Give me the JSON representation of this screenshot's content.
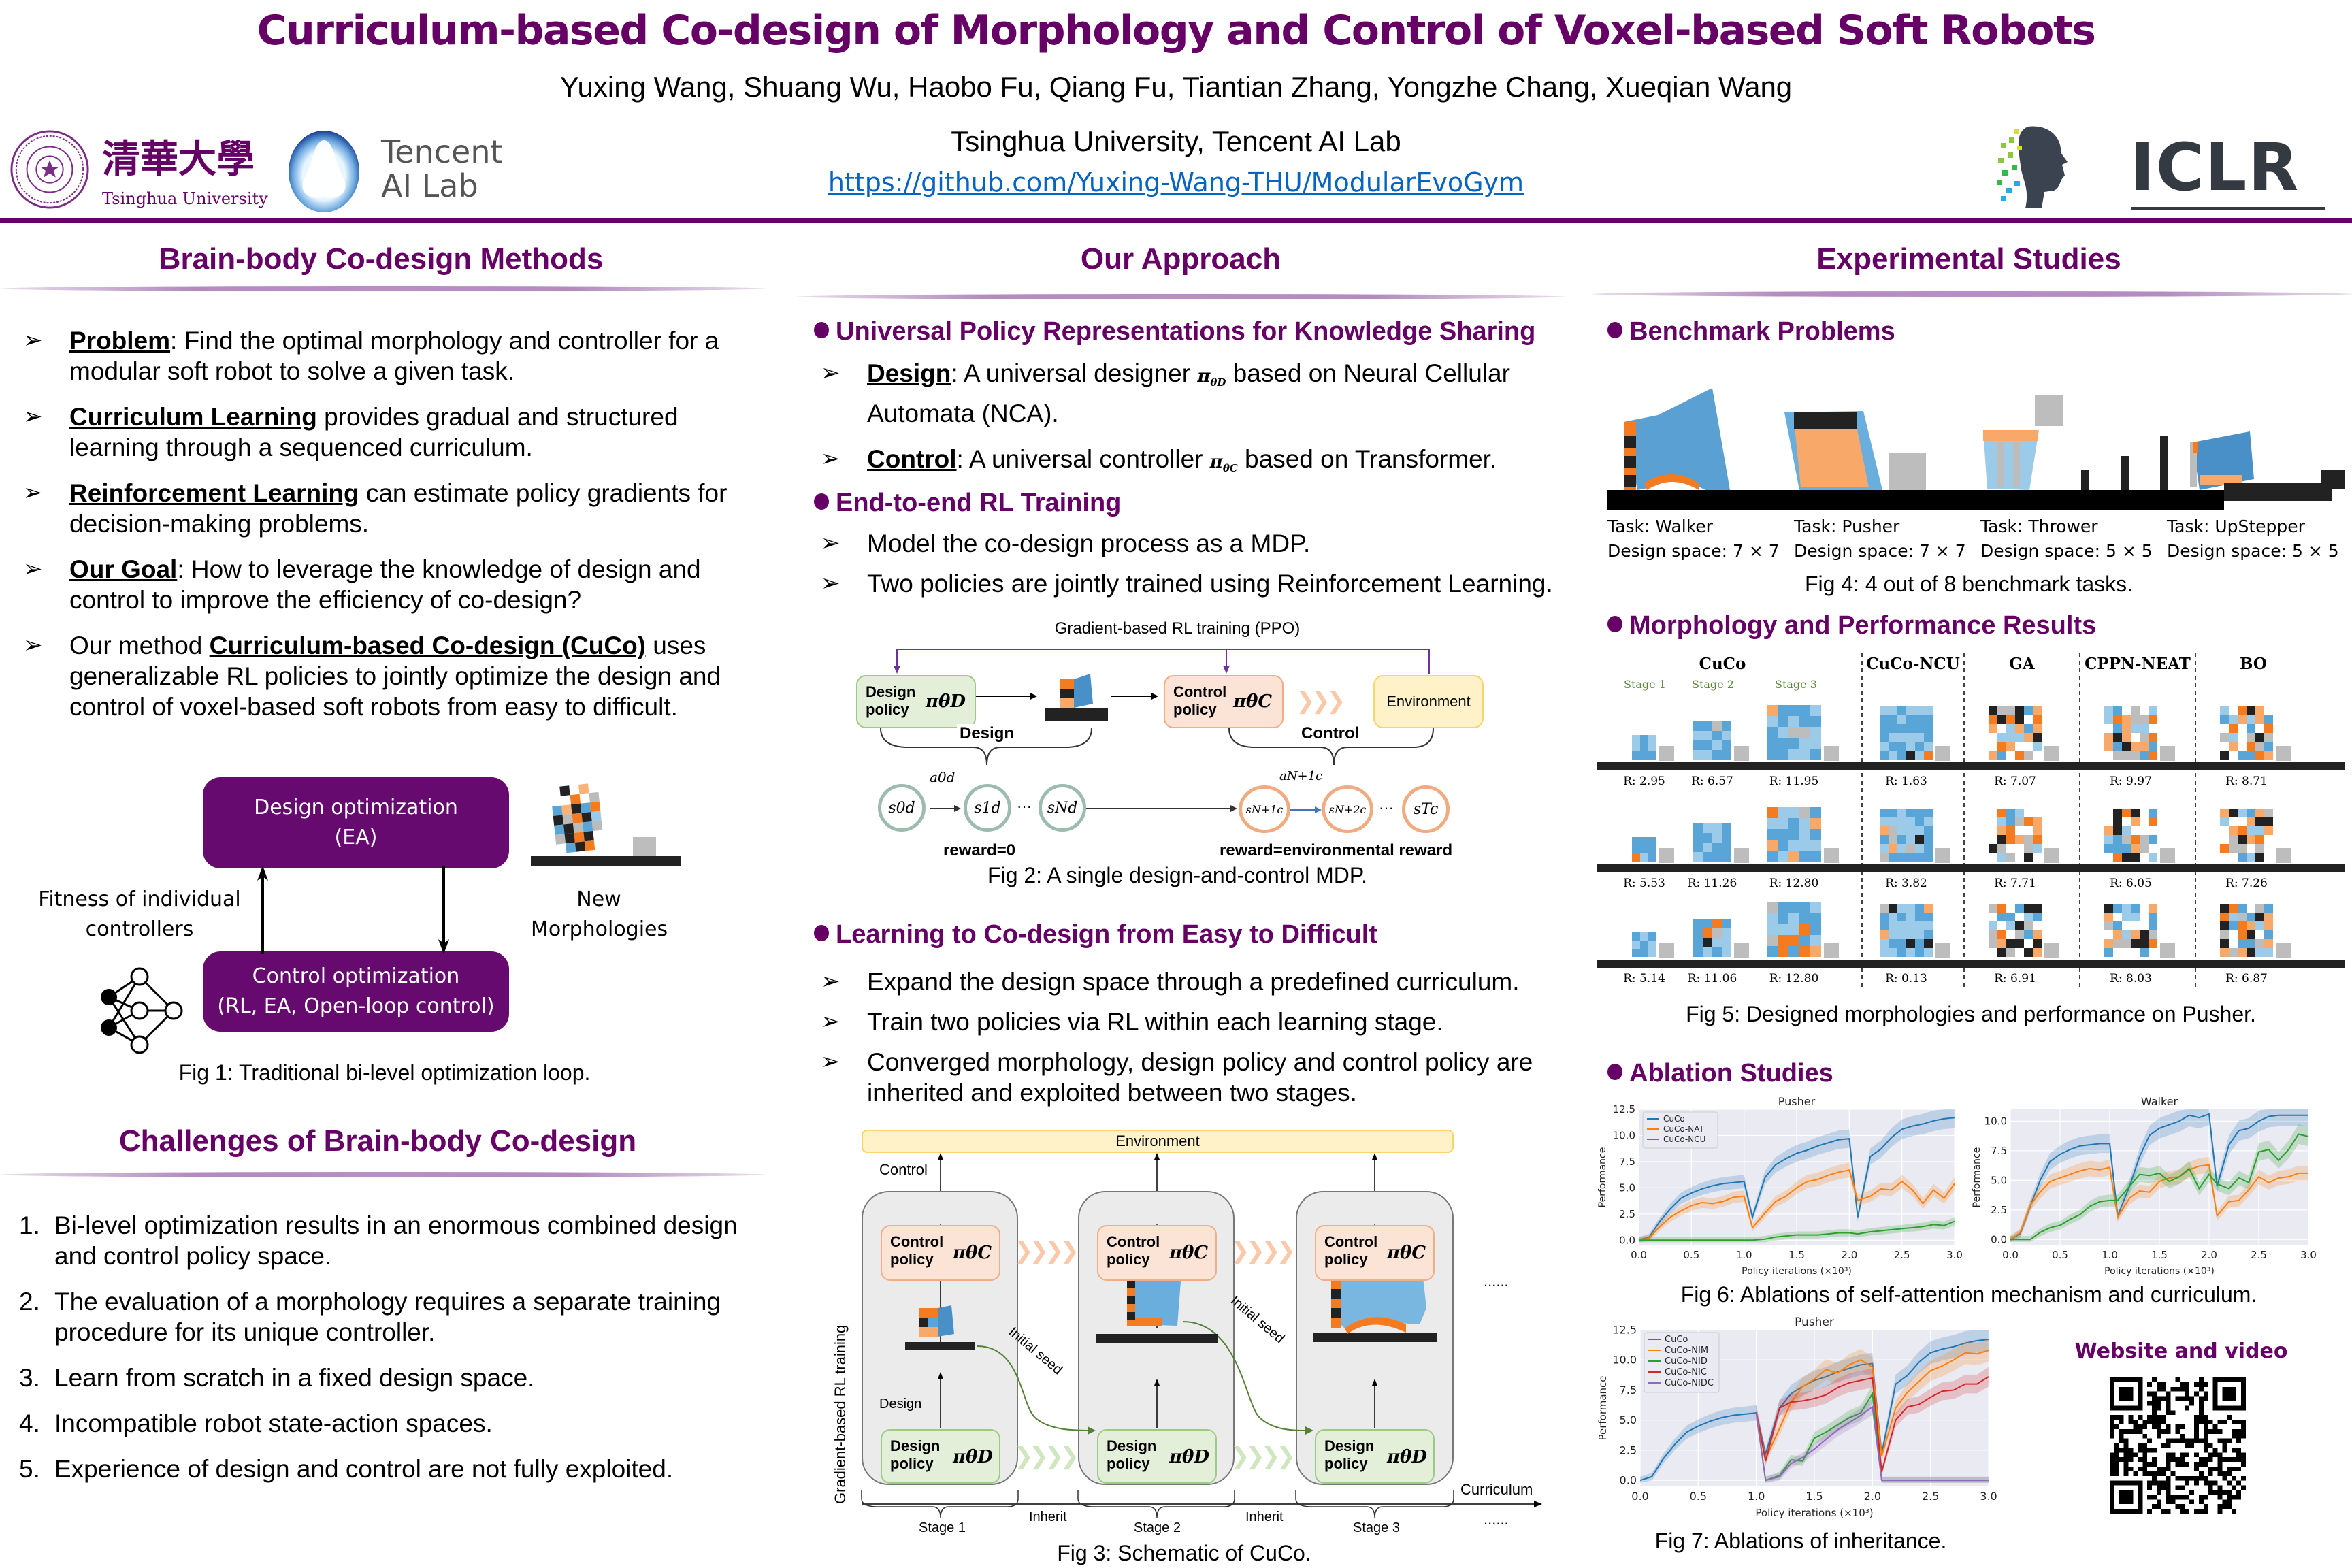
{
  "header": {
    "title": "Curriculum-based Co-design of Morphology and Control of Voxel-based Soft Robots",
    "authors": "Yuxing Wang, Shuang Wu, Haobo Fu, Qiang Fu, Tiantian Zhang, Yongzhe Chang, Xueqian Wang",
    "affiliation": "Tsinghua University, Tencent AI Lab",
    "repo_link": "https://github.com/Yuxing-Wang-THU/ModularEvoGym",
    "logos": {
      "tsinghua_cn": "清華大學",
      "tsinghua_en": "Tsinghua University",
      "tencent_line1": "Tencent",
      "tencent_line2": "AI Lab",
      "iclr": "ICLR"
    },
    "brand_color": "#660066",
    "link_color": "#0563c1"
  },
  "left": {
    "methods_title": "Brain-body Co-design Methods",
    "bullets": [
      {
        "bold": "Problem",
        "rest": ": Find the optimal morphology and controller for a modular soft robot to solve a given task."
      },
      {
        "bold": "Curriculum Learning",
        "rest": " provides gradual and structured learning through a sequenced curriculum."
      },
      {
        "bold": "Reinforcement Learning",
        "rest": " can estimate policy gradients for decision-making problems."
      },
      {
        "bold": "Our Goal",
        "rest": ": How to leverage the knowledge of design and control to improve the efficiency of co-design?"
      },
      {
        "pre": "Our method ",
        "bold": "Curriculum-based Co-design (CuCo)",
        "rest": " uses generalizable RL policies to jointly optimize the design and control of voxel-based soft robots from easy to difficult."
      }
    ],
    "fig1": {
      "design_box_line1": "Design optimization",
      "design_box_line2": "(EA)",
      "control_box_line1": "Control optimization",
      "control_box_line2": "(RL, EA, Open-loop control)",
      "left_label_line1": "Fitness of individual",
      "left_label_line2": "controllers",
      "right_label_line1": "New",
      "right_label_line2": "Morphologies",
      "caption": "Fig 1: Traditional bi-level optimization loop."
    },
    "challenges_title": "Challenges of Brain-body Co-design",
    "challenges": [
      {
        "num": "1.",
        "text": "Bi-level optimization results in an enormous combined design and control policy space."
      },
      {
        "num": "2.",
        "text": "The evaluation of a morphology requires a separate training procedure for its unique controller."
      },
      {
        "num": "3.",
        "text": "Learn from scratch in a fixed design space."
      },
      {
        "num": "4.",
        "text": "Incompatible robot state-action spaces."
      },
      {
        "num": "5.",
        "text": "Experience of design and control are not fully exploited."
      }
    ]
  },
  "middle": {
    "title": "Our Approach",
    "sub1": "Universal Policy Representations for Knowledge Sharing",
    "sub1_bullets": [
      {
        "bold": "Design",
        "pre": ": A universal designer ",
        "pi": "π",
        "sub": "θD",
        "post": " based on Neural Cellular Automata (NCA)."
      },
      {
        "bold": "Control",
        "pre": ": A universal controller ",
        "pi": "π",
        "sub": "θC",
        "post": " based on Transformer."
      }
    ],
    "sub2": "End-to-end RL Training",
    "sub2_bullets": [
      "Model the co-design process as a MDP.",
      "Two policies are jointly trained using Reinforcement Learning."
    ],
    "fig2": {
      "top_label": "Gradient-based RL training (PPO)",
      "design_policy": "Design policy",
      "control_policy": "Control policy",
      "environment": "Environment",
      "design_brace": "Design",
      "control_brace": "Control",
      "pi_d": "πθD",
      "pi_c": "πθC",
      "states_d": [
        "s0d",
        "s1d",
        "sNd"
      ],
      "states_c": [
        "sN+1c",
        "sN+2c",
        "sTc"
      ],
      "action_d": "a0d",
      "action_c": "aN+1c",
      "ellipsis": "···",
      "reward_d": "reward=0",
      "reward_c": "reward=environmental reward",
      "caption": "Fig 2: A single design-and-control MDP."
    },
    "sub3": "Learning to Co-design from Easy to Difficult",
    "sub3_bullets": [
      "Expand the design space through a predefined curriculum.",
      "Train two policies via RL within each learning stage.",
      "Converged morphology, design policy and control policy are inherited and exploited between two stages."
    ],
    "fig3": {
      "environment": "Environment",
      "control_label": "Control",
      "design_label": "Design",
      "control_policy": "Control policy",
      "design_policy": "Design policy",
      "y_label": "Gradient-based RL training",
      "seed_label": "Initial seed",
      "inherit": "Inherit",
      "curriculum": "Curriculum",
      "stages": [
        "Stage 1",
        "Stage 2",
        "Stage 3"
      ],
      "ellipsis": "......",
      "caption": "Fig 3: Schematic of CuCo."
    }
  },
  "right": {
    "title": "Experimental Studies",
    "sub1": "Benchmark Problems",
    "tasks": [
      {
        "task": "Task: Walker",
        "space": "Design space: 7 × 7"
      },
      {
        "task": "Task: Pusher",
        "space": "Design space: 7 × 7"
      },
      {
        "task": "Task: Thrower",
        "space": "Design space: 5 × 5"
      },
      {
        "task": "Task: UpStepper",
        "space": "Design space: 5 × 5"
      }
    ],
    "fig4_caption": "Fig 4: 4 out of 8 benchmark tasks.",
    "sub2": "Morphology and Performance Results",
    "fig5": {
      "methods": [
        "CuCo",
        "CuCo-NCU",
        "GA",
        "CPPN-NEAT",
        "BO"
      ],
      "stages": [
        "Stage 1",
        "Stage 2",
        "Stage 3"
      ],
      "rows": [
        [
          "R: 2.95",
          "R: 6.57",
          "R: 11.95",
          "R: 1.63",
          "R: 7.07",
          "R: 9.97",
          "R: 8.71"
        ],
        [
          "R: 5.53",
          "R: 11.26",
          "R: 12.80",
          "R: 3.82",
          "R: 7.71",
          "R: 6.05",
          "R: 7.26"
        ],
        [
          "R: 5.14",
          "R: 11.06",
          "R: 12.80",
          "R: 0.13",
          "R: 6.91",
          "R: 8.03",
          "R: 6.87"
        ]
      ],
      "caption": "Fig 5: Designed morphologies and performance on Pusher."
    },
    "sub3": "Ablation Studies",
    "fig6_caption": "Fig 6: Ablations of self-attention mechanism and curriculum.",
    "fig7_caption": "Fig 7: Ablations of inheritance.",
    "qr_title": "Website and video"
  },
  "chart_data": [
    {
      "type": "line",
      "title": "Pusher",
      "xlabel": "Policy iterations (×10³)",
      "ylabel": "Performance",
      "xlim": [
        0,
        3.0
      ],
      "ylim": [
        -0.5,
        12.5
      ],
      "xticks": [
        "0.0",
        "0.5",
        "1.0",
        "1.5",
        "2.0",
        "2.5",
        "3.0"
      ],
      "yticks": [
        "0.0",
        "2.5",
        "5.0",
        "7.5",
        "10.0",
        "12.5"
      ],
      "legend": "top-left",
      "grid": true,
      "x": [
        0,
        0.1,
        0.2,
        0.3,
        0.4,
        0.5,
        0.6,
        0.7,
        0.8,
        0.9,
        1.0,
        1.08,
        1.2,
        1.3,
        1.4,
        1.5,
        1.6,
        1.7,
        1.8,
        1.9,
        2.0,
        2.08,
        2.2,
        2.3,
        2.4,
        2.5,
        2.6,
        2.7,
        2.8,
        2.9,
        3.0
      ],
      "series": [
        {
          "name": "CuCo",
          "color": "#1f77b4",
          "values": [
            0,
            0.3,
            1.8,
            3.0,
            4.0,
            4.5,
            4.9,
            5.2,
            5.4,
            5.5,
            5.6,
            2.2,
            6.0,
            7.2,
            7.8,
            8.3,
            8.6,
            9.0,
            9.3,
            9.6,
            9.7,
            2.2,
            8.0,
            8.7,
            9.8,
            10.6,
            10.9,
            11.1,
            11.4,
            11.6,
            11.7
          ]
        },
        {
          "name": "CuCo-NAT",
          "color": "#ff7f0e",
          "values": [
            0,
            0.2,
            1.3,
            2.2,
            2.8,
            3.3,
            3.6,
            3.5,
            3.7,
            4.1,
            4.2,
            1.2,
            2.6,
            3.7,
            4.2,
            5.0,
            5.6,
            5.8,
            6.2,
            6.5,
            6.7,
            3.8,
            4.2,
            4.9,
            4.8,
            5.6,
            4.8,
            3.5,
            4.8,
            4.0,
            5.4
          ]
        },
        {
          "name": "CuCo-NCU",
          "color": "#2ca02c",
          "values": [
            0,
            0,
            0,
            0,
            0,
            0,
            0,
            0,
            0,
            0,
            0,
            0,
            0.1,
            0.3,
            0.4,
            0.5,
            0.5,
            0.5,
            0.6,
            0.7,
            0.7,
            0.6,
            0.8,
            0.9,
            1.0,
            1.1,
            1.2,
            1.3,
            1.5,
            1.4,
            1.8
          ]
        }
      ]
    },
    {
      "type": "line",
      "title": "Walker",
      "xlabel": "Policy iterations (×10³)",
      "ylabel": "Performance",
      "xlim": [
        0,
        3.0
      ],
      "ylim": [
        -0.5,
        11.0
      ],
      "xticks": [
        "0.0",
        "0.5",
        "1.0",
        "1.5",
        "2.0",
        "2.5",
        "3.0"
      ],
      "yticks": [
        "0.0",
        "2.5",
        "5.0",
        "7.5",
        "10.0"
      ],
      "grid": true,
      "x": [
        0,
        0.1,
        0.2,
        0.3,
        0.4,
        0.5,
        0.6,
        0.7,
        0.8,
        0.9,
        1.0,
        1.08,
        1.2,
        1.3,
        1.4,
        1.5,
        1.6,
        1.7,
        1.8,
        1.9,
        2.0,
        2.08,
        2.2,
        2.3,
        2.4,
        2.5,
        2.6,
        2.7,
        2.8,
        2.9,
        3.0
      ],
      "series": [
        {
          "name": "CuCo",
          "color": "#1f77b4",
          "values": [
            0,
            0.5,
            2.8,
            5.0,
            6.6,
            7.2,
            7.6,
            7.9,
            8.0,
            8.1,
            8.1,
            2.0,
            4.5,
            7.0,
            8.8,
            9.4,
            9.7,
            10.0,
            10.5,
            10.3,
            10.6,
            4.5,
            8.0,
            9.2,
            9.4,
            10.0,
            10.4,
            10.5,
            10.5,
            10.5,
            10.5
          ]
        },
        {
          "name": "CuCo-NAT",
          "color": "#ff7f0e",
          "values": [
            0,
            0.6,
            2.9,
            4.0,
            4.9,
            5.2,
            5.5,
            5.8,
            6.0,
            5.9,
            6.1,
            1.9,
            3.5,
            4.1,
            4.0,
            4.9,
            5.2,
            5.3,
            5.9,
            6.2,
            6.3,
            2.0,
            3.2,
            3.3,
            4.2,
            5.3,
            4.8,
            5.2,
            5.3,
            5.6,
            5.6
          ]
        },
        {
          "name": "CuCo-NCU",
          "color": "#2ca02c",
          "values": [
            0,
            0,
            0,
            0.6,
            1.0,
            1.2,
            1.7,
            2.1,
            2.8,
            3.2,
            3.3,
            3.3,
            4.5,
            5.5,
            5.4,
            5.6,
            4.9,
            5.3,
            6.0,
            4.3,
            5.5,
            4.7,
            4.3,
            5.2,
            4.8,
            7.4,
            7.6,
            6.7,
            7.6,
            8.9,
            8.7
          ]
        }
      ]
    },
    {
      "type": "line",
      "title": "Pusher",
      "xlabel": "Policy iterations (×10³)",
      "ylabel": "Performance",
      "xlim": [
        0,
        3.0
      ],
      "ylim": [
        -0.5,
        12.5
      ],
      "xticks": [
        "0.0",
        "0.5",
        "1.0",
        "1.5",
        "2.0",
        "2.5",
        "3.0"
      ],
      "yticks": [
        "0.0",
        "2.5",
        "5.0",
        "7.5",
        "10.0",
        "12.5"
      ],
      "legend": "top-left",
      "grid": true,
      "x": [
        0,
        0.1,
        0.2,
        0.3,
        0.4,
        0.5,
        0.6,
        0.7,
        0.8,
        0.9,
        1.0,
        1.08,
        1.2,
        1.3,
        1.4,
        1.5,
        1.6,
        1.7,
        1.8,
        1.9,
        2.0,
        2.08,
        2.2,
        2.3,
        2.4,
        2.5,
        2.6,
        2.7,
        2.8,
        2.9,
        3.0
      ],
      "series": [
        {
          "name": "CuCo",
          "color": "#1f77b4",
          "values": [
            0,
            0.3,
            1.8,
            3.0,
            4.0,
            4.5,
            4.9,
            5.2,
            5.4,
            5.5,
            5.6,
            2.2,
            6.0,
            7.2,
            7.8,
            8.3,
            8.6,
            9.0,
            9.3,
            9.6,
            9.7,
            2.2,
            8.0,
            8.7,
            9.8,
            10.6,
            10.9,
            11.1,
            11.4,
            11.6,
            11.7
          ]
        },
        {
          "name": "CuCo-NIM",
          "color": "#ff7f0e",
          "values": [
            null,
            null,
            null,
            null,
            null,
            null,
            null,
            null,
            null,
            null,
            5.6,
            1.8,
            4.3,
            6.5,
            7.8,
            8.4,
            9.2,
            8.9,
            9.6,
            10.0,
            9.4,
            2.0,
            6.0,
            7.3,
            8.2,
            9.1,
            9.5,
            10.0,
            10.6,
            10.5,
            10.8
          ]
        },
        {
          "name": "CuCo-NID",
          "color": "#2ca02c",
          "values": [
            null,
            null,
            null,
            null,
            null,
            null,
            null,
            null,
            null,
            null,
            5.6,
            0,
            0.4,
            1.7,
            1.6,
            3.5,
            4.0,
            4.6,
            5.2,
            5.6,
            7.2,
            0,
            0,
            0,
            0,
            0,
            0,
            0,
            0,
            0,
            0
          ]
        },
        {
          "name": "CuCo-NIC",
          "color": "#d62728",
          "values": [
            null,
            null,
            null,
            null,
            null,
            null,
            null,
            null,
            null,
            null,
            5.6,
            1.6,
            6.0,
            6.5,
            6.6,
            6.8,
            7.1,
            7.7,
            8.1,
            8.3,
            8.5,
            0.7,
            5.0,
            6.1,
            6.3,
            6.9,
            7.4,
            7.5,
            8.0,
            8.0,
            8.6
          ]
        },
        {
          "name": "CuCo-NIDC",
          "color": "#9467bd",
          "values": [
            null,
            null,
            null,
            null,
            null,
            null,
            null,
            null,
            null,
            null,
            5.6,
            0,
            0.3,
            1.4,
            1.9,
            2.6,
            3.4,
            4.2,
            4.8,
            5.4,
            6.1,
            0,
            0,
            0,
            0,
            0,
            0,
            0,
            0,
            0,
            0
          ]
        }
      ]
    }
  ]
}
